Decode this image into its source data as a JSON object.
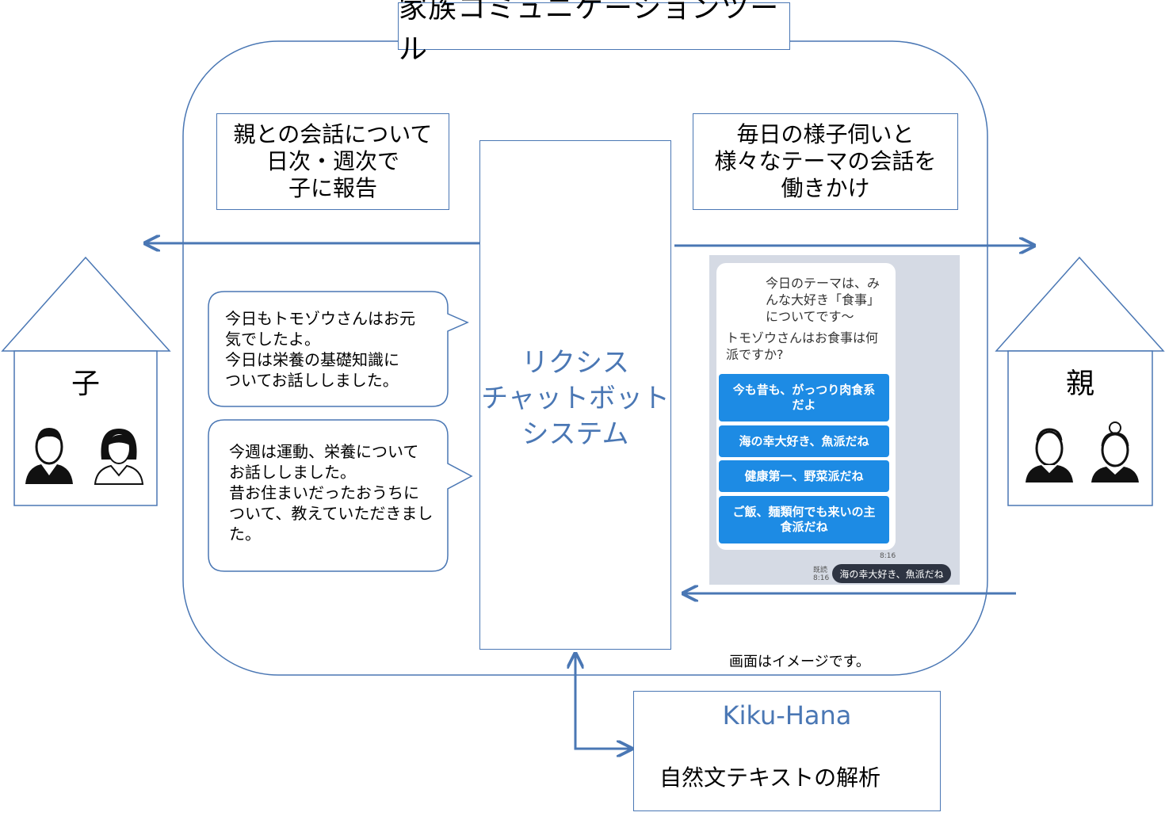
{
  "title": "家族コミュニケーションツール",
  "left_note": "親との会話について\n日次・週次で\n子に報告",
  "right_note": "毎日の様子伺いと\n様々なテーマの会話を\n働きかけ",
  "core_label": "リクシス\nチャットボット\nシステム",
  "bubbles": [
    "今日もトモゾウさんはお元\n気でしたよ。\n今日は栄養の基礎知識に\nついてお話ししました。",
    "今週は運動、栄養について\nお話ししました。\n昔お住まいだったおうちに\nついて、教えていただきまし\nた。"
  ],
  "child_label": "子",
  "parent_label": "親",
  "chat": {
    "intro": "今日のテーマは、み\nんな大好き「食事」\nについてです～",
    "question": "トモゾウさんはお食事は何\n派ですか?",
    "options": [
      "今も昔も、がっつり肉食系\nだよ",
      "海の幸大好き、魚派だね",
      "健康第一、野菜派だね",
      "ご飯、麺類何でも来いの主\n食派だね"
    ],
    "time": "8:16",
    "read_status": "既読\n8:16",
    "reply": "海の幸大好き、魚派だね"
  },
  "image_note": "画面はイメージです。",
  "kiku_title": "Kiku-Hana",
  "kiku_sub": "自然文テキストの解析",
  "colors": {
    "accent": "#4a77b4",
    "button": "#1d8be4",
    "phone_bg": "#d5dae4"
  }
}
